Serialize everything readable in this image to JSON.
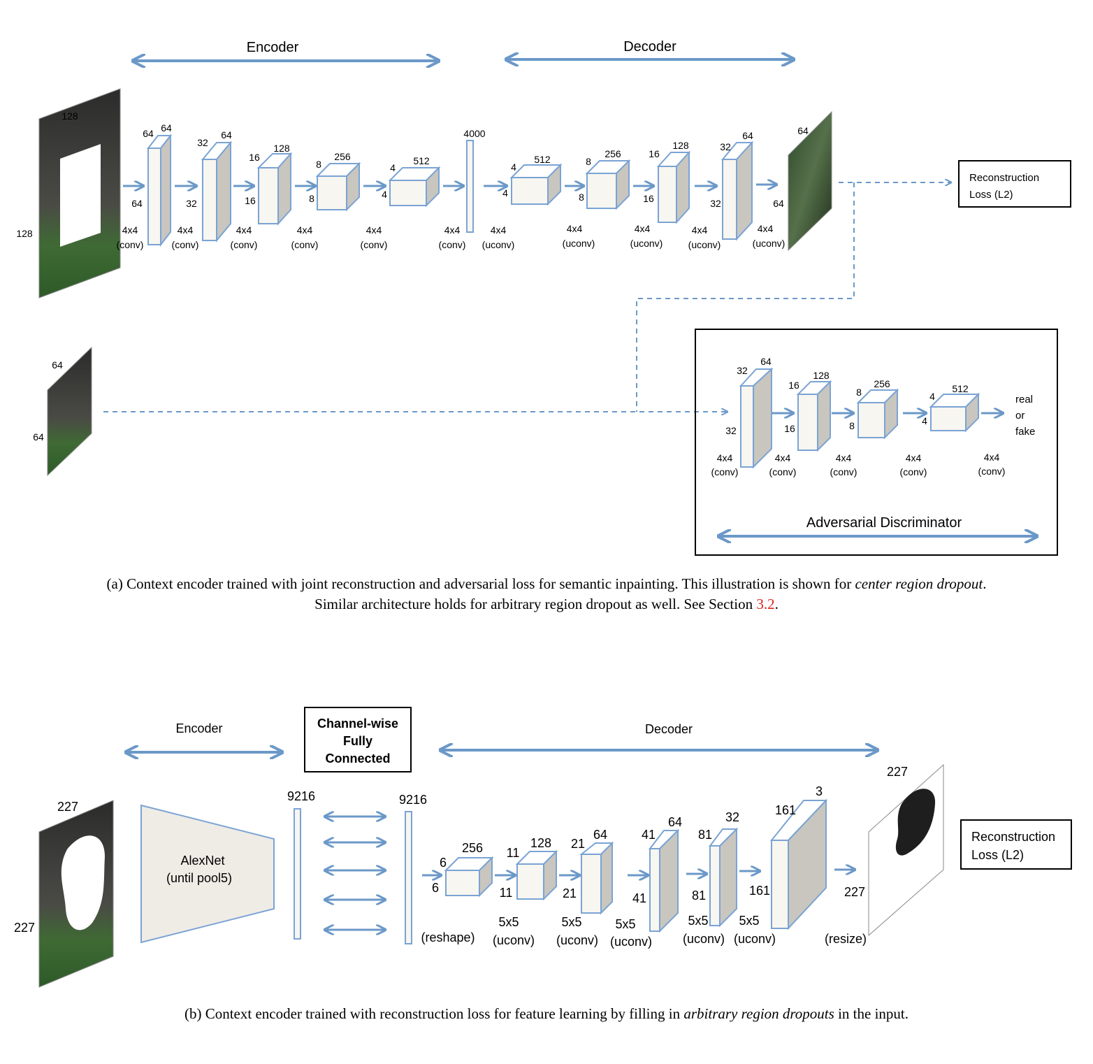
{
  "figure_a": {
    "encoder_label": "Encoder",
    "decoder_label": "Decoder",
    "input": {
      "w": "128",
      "h": "128"
    },
    "encoder_layers": [
      {
        "front_h": "64",
        "top": "64",
        "side": "64",
        "op": "4x4",
        "kind": "(conv)"
      },
      {
        "front_h": "32",
        "top": "64",
        "side": "32",
        "op": "4x4",
        "kind": "(conv)"
      },
      {
        "front_h": "16",
        "top": "128",
        "side": "16",
        "op": "4x4",
        "kind": "(conv)"
      },
      {
        "front_h": "8",
        "top": "256",
        "side": "8",
        "op": "4x4",
        "kind": "(conv)"
      },
      {
        "front_h": "4",
        "top": "512",
        "side": "4",
        "op": "4x4",
        "kind": "(conv)"
      }
    ],
    "bottleneck": {
      "size": "4000",
      "op": "4x4",
      "kind": "(conv)"
    },
    "decoder_layers": [
      {
        "front_h": "4",
        "top": "512",
        "side": "4",
        "op": "4x4",
        "kind": "(uconv)"
      },
      {
        "front_h": "8",
        "top": "256",
        "side": "8",
        "op": "4x4",
        "kind": "(uconv)"
      },
      {
        "front_h": "16",
        "top": "128",
        "side": "16",
        "op": "4x4",
        "kind": "(uconv)"
      },
      {
        "front_h": "32",
        "top": "64",
        "side": "32",
        "op": "4x4",
        "kind": "(uconv)"
      }
    ],
    "output": {
      "top": "64",
      "side": "64",
      "op": "4x4",
      "kind": "(uconv)"
    },
    "reconstruction_loss": [
      "Reconstruction",
      "Loss (L2)"
    ],
    "real_patch": {
      "w": "64",
      "h": "64"
    },
    "discriminator": {
      "title": "Adversarial Discriminator",
      "layers": [
        {
          "front_h": "32",
          "top": "64",
          "side": "32",
          "op": "4x4",
          "kind": "(conv)"
        },
        {
          "front_h": "16",
          "top": "128",
          "side": "16",
          "op": "4x4",
          "kind": "(conv)"
        },
        {
          "front_h": "8",
          "top": "256",
          "side": "8",
          "op": "4x4",
          "kind": "(conv)"
        },
        {
          "front_h": "4",
          "top": "512",
          "side": "4",
          "op": "4x4",
          "kind": "(conv)"
        }
      ],
      "last_op": "4x4",
      "last_kind": "(conv)",
      "output": [
        "real",
        "or",
        "fake"
      ]
    },
    "caption": {
      "line1_pre": "(a) Context encoder trained with joint reconstruction and adversarial loss for semantic inpainting. This illustration is shown for ",
      "line1_it": "center region dropout",
      "line1_post": ".",
      "line2_pre": "Similar architecture holds for arbitrary region dropout as well. See Section ",
      "line2_ref": "3.2",
      "line2_post": "."
    }
  },
  "figure_b": {
    "encoder_label": "Encoder",
    "decoder_label": "Decoder",
    "fc_box": [
      "Channel-wise",
      "Fully",
      "Connected"
    ],
    "input": {
      "w": "227",
      "h": "227"
    },
    "alexnet": [
      "AlexNet",
      "(until pool5)"
    ],
    "feat_in": "9216",
    "feat_out": "9216",
    "reshape": "(reshape)",
    "layers": [
      {
        "front_h": "6",
        "top": "256",
        "side": "6"
      },
      {
        "front_h": "11",
        "top": "128",
        "side": "11",
        "op": "5x5",
        "kind": "(uconv)"
      },
      {
        "front_h": "21",
        "top": "64",
        "side": "21",
        "op": "5x5",
        "kind": "(uconv)"
      },
      {
        "front_h": "41",
        "top": "64",
        "side": "41",
        "op": "5x5",
        "kind": "(uconv)"
      },
      {
        "front_h": "81",
        "top": "32",
        "side": "81",
        "op": "5x5",
        "kind": "(uconv)"
      },
      {
        "front_h": "161",
        "top": "3",
        "side": "161",
        "op": "5x5",
        "kind": "(uconv)"
      }
    ],
    "output": {
      "w": "227",
      "h": "227",
      "op": "(resize)"
    },
    "reconstruction_loss": [
      "Reconstruction",
      "Loss (L2)"
    ],
    "caption": {
      "pre": "(b) Context encoder trained with reconstruction loss for feature learning by filling in ",
      "it": "arbitrary region dropouts",
      "post": " in the input."
    }
  },
  "colors": {
    "arrow": "#6b98c8",
    "cube_stroke": "#7aa3d4",
    "cube_front": "#f7f6f0",
    "cube_side": "#c8c6bf",
    "cube_top": "#ffffff",
    "alexnet": "#efece6"
  }
}
